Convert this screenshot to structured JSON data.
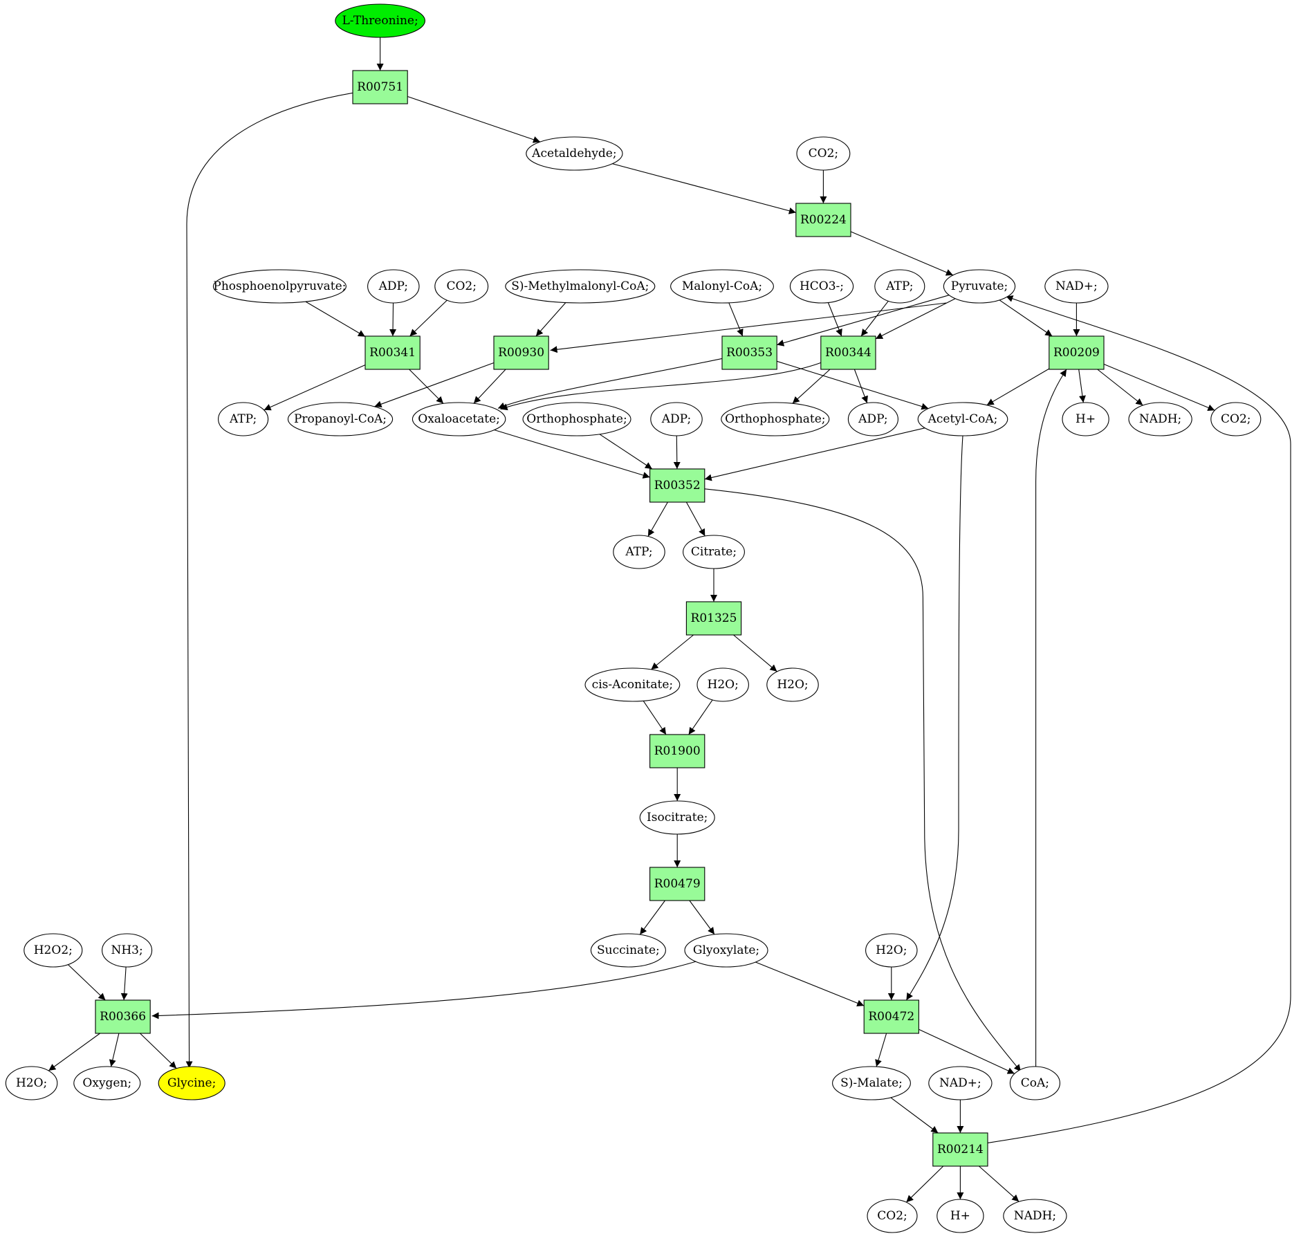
{
  "colors": {
    "reaction": "#98fb98",
    "source": "#00ee00",
    "target": "#ffff00",
    "compound": "#ffffff"
  },
  "nodes": [
    {
      "id": "thr",
      "type": "compound",
      "label": "L-Threonine;",
      "role": "source"
    },
    {
      "id": "r00751",
      "type": "reaction",
      "label": "R00751"
    },
    {
      "id": "acetaldehyde",
      "type": "compound",
      "label": "Acetaldehyde;"
    },
    {
      "id": "co2_1",
      "type": "compound",
      "label": "CO2;"
    },
    {
      "id": "r00224",
      "type": "reaction",
      "label": "R00224"
    },
    {
      "id": "pep",
      "type": "compound",
      "label": "Phosphoenolpyruvate;"
    },
    {
      "id": "adp_1",
      "type": "compound",
      "label": "ADP;"
    },
    {
      "id": "co2_2",
      "type": "compound",
      "label": "CO2;"
    },
    {
      "id": "smmcoa",
      "type": "compound",
      "label": "S)-Methylmalonyl-CoA;"
    },
    {
      "id": "malcoa",
      "type": "compound",
      "label": "Malonyl-CoA;"
    },
    {
      "id": "hco3",
      "type": "compound",
      "label": "HCO3-;"
    },
    {
      "id": "atp_1",
      "type": "compound",
      "label": "ATP;"
    },
    {
      "id": "pyruvate",
      "type": "compound",
      "label": "Pyruvate;"
    },
    {
      "id": "nad_1",
      "type": "compound",
      "label": "NAD+;"
    },
    {
      "id": "r00341",
      "type": "reaction",
      "label": "R00341"
    },
    {
      "id": "r00930",
      "type": "reaction",
      "label": "R00930"
    },
    {
      "id": "r00353",
      "type": "reaction",
      "label": "R00353"
    },
    {
      "id": "r00344",
      "type": "reaction",
      "label": "R00344"
    },
    {
      "id": "r00209",
      "type": "reaction",
      "label": "R00209"
    },
    {
      "id": "atp_2",
      "type": "compound",
      "label": "ATP;"
    },
    {
      "id": "propcoa",
      "type": "compound",
      "label": "Propanoyl-CoA;"
    },
    {
      "id": "oaa",
      "type": "compound",
      "label": "Oxaloacetate;"
    },
    {
      "id": "pi_1",
      "type": "compound",
      "label": "Orthophosphate;"
    },
    {
      "id": "adp_2",
      "type": "compound",
      "label": "ADP;"
    },
    {
      "id": "pi_2",
      "type": "compound",
      "label": "Orthophosphate;"
    },
    {
      "id": "adp_3",
      "type": "compound",
      "label": "ADP;"
    },
    {
      "id": "accoa",
      "type": "compound",
      "label": "Acetyl-CoA;"
    },
    {
      "id": "hplus_1",
      "type": "compound",
      "label": "H+"
    },
    {
      "id": "nadh_1",
      "type": "compound",
      "label": "NADH;"
    },
    {
      "id": "co2_3",
      "type": "compound",
      "label": "CO2;"
    },
    {
      "id": "r00352",
      "type": "reaction",
      "label": "R00352"
    },
    {
      "id": "atp_3",
      "type": "compound",
      "label": "ATP;"
    },
    {
      "id": "citrate",
      "type": "compound",
      "label": "Citrate;"
    },
    {
      "id": "r01325",
      "type": "reaction",
      "label": "R01325"
    },
    {
      "id": "cisacon",
      "type": "compound",
      "label": "cis-Aconitate;"
    },
    {
      "id": "h2o_1",
      "type": "compound",
      "label": "H2O;"
    },
    {
      "id": "h2o_2",
      "type": "compound",
      "label": "H2O;"
    },
    {
      "id": "r01900",
      "type": "reaction",
      "label": "R01900"
    },
    {
      "id": "isocit",
      "type": "compound",
      "label": "Isocitrate;"
    },
    {
      "id": "r00479",
      "type": "reaction",
      "label": "R00479"
    },
    {
      "id": "succ",
      "type": "compound",
      "label": "Succinate;"
    },
    {
      "id": "glyox",
      "type": "compound",
      "label": "Glyoxylate;"
    },
    {
      "id": "h2o2",
      "type": "compound",
      "label": "H2O2;"
    },
    {
      "id": "nh3",
      "type": "compound",
      "label": "NH3;"
    },
    {
      "id": "h2o_3",
      "type": "compound",
      "label": "H2O;"
    },
    {
      "id": "r00366",
      "type": "reaction",
      "label": "R00366"
    },
    {
      "id": "r00472",
      "type": "reaction",
      "label": "R00472"
    },
    {
      "id": "h2o_4",
      "type": "compound",
      "label": "H2O;"
    },
    {
      "id": "oxygen",
      "type": "compound",
      "label": "Oxygen;"
    },
    {
      "id": "gly",
      "type": "compound",
      "label": "Glycine;",
      "role": "target"
    },
    {
      "id": "smal",
      "type": "compound",
      "label": "S)-Malate;"
    },
    {
      "id": "nad_2",
      "type": "compound",
      "label": "NAD+;"
    },
    {
      "id": "coa",
      "type": "compound",
      "label": "CoA;"
    },
    {
      "id": "r00214",
      "type": "reaction",
      "label": "R00214"
    },
    {
      "id": "co2_4",
      "type": "compound",
      "label": "CO2;"
    },
    {
      "id": "hplus_2",
      "type": "compound",
      "label": "H+"
    },
    {
      "id": "nadh_2",
      "type": "compound",
      "label": "NADH;"
    }
  ],
  "edges": [
    [
      "thr",
      "r00751"
    ],
    [
      "r00751",
      "acetaldehyde"
    ],
    [
      "r00751",
      "gly"
    ],
    [
      "acetaldehyde",
      "r00224"
    ],
    [
      "co2_1",
      "r00224"
    ],
    [
      "r00224",
      "pyruvate"
    ],
    [
      "pep",
      "r00341"
    ],
    [
      "adp_1",
      "r00341"
    ],
    [
      "co2_2",
      "r00341"
    ],
    [
      "r00341",
      "atp_2"
    ],
    [
      "r00341",
      "oaa"
    ],
    [
      "smmcoa",
      "r00930"
    ],
    [
      "pyruvate",
      "r00930"
    ],
    [
      "r00930",
      "propcoa"
    ],
    [
      "r00930",
      "oaa"
    ],
    [
      "malcoa",
      "r00353"
    ],
    [
      "pyruvate",
      "r00353"
    ],
    [
      "r00353",
      "oaa"
    ],
    [
      "r00353",
      "accoa"
    ],
    [
      "hco3",
      "r00344"
    ],
    [
      "atp_1",
      "r00344"
    ],
    [
      "pyruvate",
      "r00344"
    ],
    [
      "r00344",
      "oaa"
    ],
    [
      "r00344",
      "pi_2"
    ],
    [
      "r00344",
      "adp_3"
    ],
    [
      "pyruvate",
      "r00209"
    ],
    [
      "nad_1",
      "r00209"
    ],
    [
      "coa",
      "r00209"
    ],
    [
      "r00209",
      "accoa"
    ],
    [
      "r00209",
      "hplus_1"
    ],
    [
      "r00209",
      "nadh_1"
    ],
    [
      "r00209",
      "co2_3"
    ],
    [
      "oaa",
      "r00352"
    ],
    [
      "pi_1",
      "r00352"
    ],
    [
      "adp_2",
      "r00352"
    ],
    [
      "accoa",
      "r00352"
    ],
    [
      "r00352",
      "atp_3"
    ],
    [
      "r00352",
      "citrate"
    ],
    [
      "r00352",
      "coa"
    ],
    [
      "citrate",
      "r01325"
    ],
    [
      "r01325",
      "cisacon"
    ],
    [
      "r01325",
      "h2o_2"
    ],
    [
      "cisacon",
      "r01900"
    ],
    [
      "h2o_1",
      "r01900"
    ],
    [
      "r01900",
      "isocit"
    ],
    [
      "isocit",
      "r00479"
    ],
    [
      "r00479",
      "succ"
    ],
    [
      "r00479",
      "glyox"
    ],
    [
      "h2o2",
      "r00366"
    ],
    [
      "nh3",
      "r00366"
    ],
    [
      "glyox",
      "r00366"
    ],
    [
      "r00366",
      "h2o_3"
    ],
    [
      "r00366",
      "oxygen"
    ],
    [
      "r00366",
      "gly"
    ],
    [
      "glyox",
      "r00472"
    ],
    [
      "h2o_4",
      "r00472"
    ],
    [
      "accoa",
      "r00472"
    ],
    [
      "r00472",
      "smal"
    ],
    [
      "r00472",
      "coa"
    ],
    [
      "smal",
      "r00214"
    ],
    [
      "nad_2",
      "r00214"
    ],
    [
      "r00214",
      "co2_4"
    ],
    [
      "r00214",
      "hplus_2"
    ],
    [
      "r00214",
      "nadh_2"
    ],
    [
      "r00214",
      "pyruvate"
    ]
  ]
}
